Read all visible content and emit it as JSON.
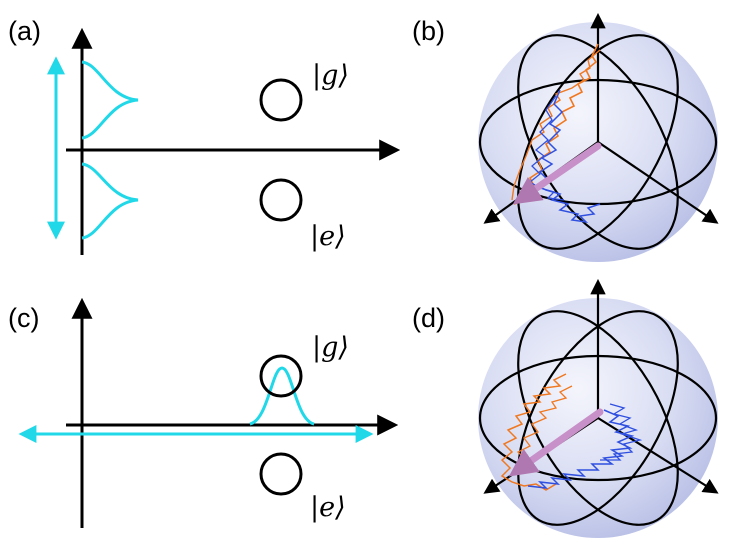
{
  "panels": {
    "a": {
      "label": "(a)",
      "ket_top": "|g⟩",
      "ket_bottom": "|e⟩"
    },
    "b": {
      "label": "(b)"
    },
    "c": {
      "label": "(c)",
      "ket_top": "|g⟩",
      "ket_bottom": "|e⟩"
    },
    "d": {
      "label": "(d)"
    }
  },
  "colors": {
    "axis": "#000000",
    "wavepacket": "#20d8e8",
    "trajectory_orange": "#f07820",
    "trajectory_blue": "#3050e0",
    "bloch_vector": "#c890c8",
    "sphere_fill": "#c8cef0"
  }
}
